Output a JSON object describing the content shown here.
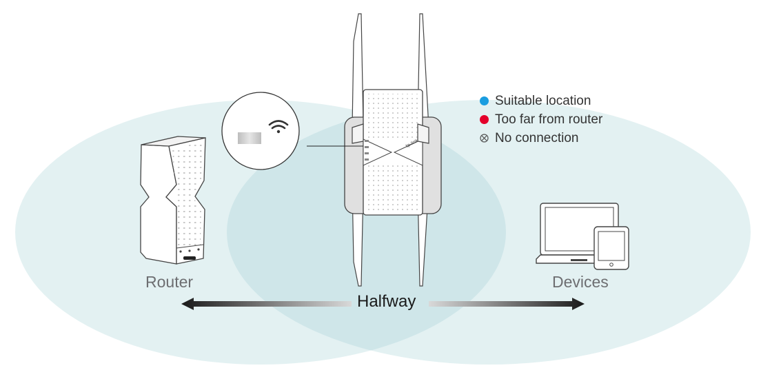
{
  "labels": {
    "router": "Router",
    "devices": "Devices",
    "halfway": "Halfway"
  },
  "legend": [
    {
      "label": "Suitable location",
      "color": "#1a9de0",
      "icon": "blue-dot-icon"
    },
    {
      "label": "Too far from router",
      "color": "#e4002b",
      "icon": "red-dot-icon"
    },
    {
      "label": "No connection",
      "color": "#555555",
      "icon": "no-connection-icon"
    }
  ],
  "colors": {
    "coverage": "#e3f1f2",
    "coverage_overlap": "#cde5e8",
    "arrow": "#1a1a1a"
  },
  "icons": [
    "wifi-icon",
    "arrow-left-icon",
    "arrow-right-icon"
  ]
}
